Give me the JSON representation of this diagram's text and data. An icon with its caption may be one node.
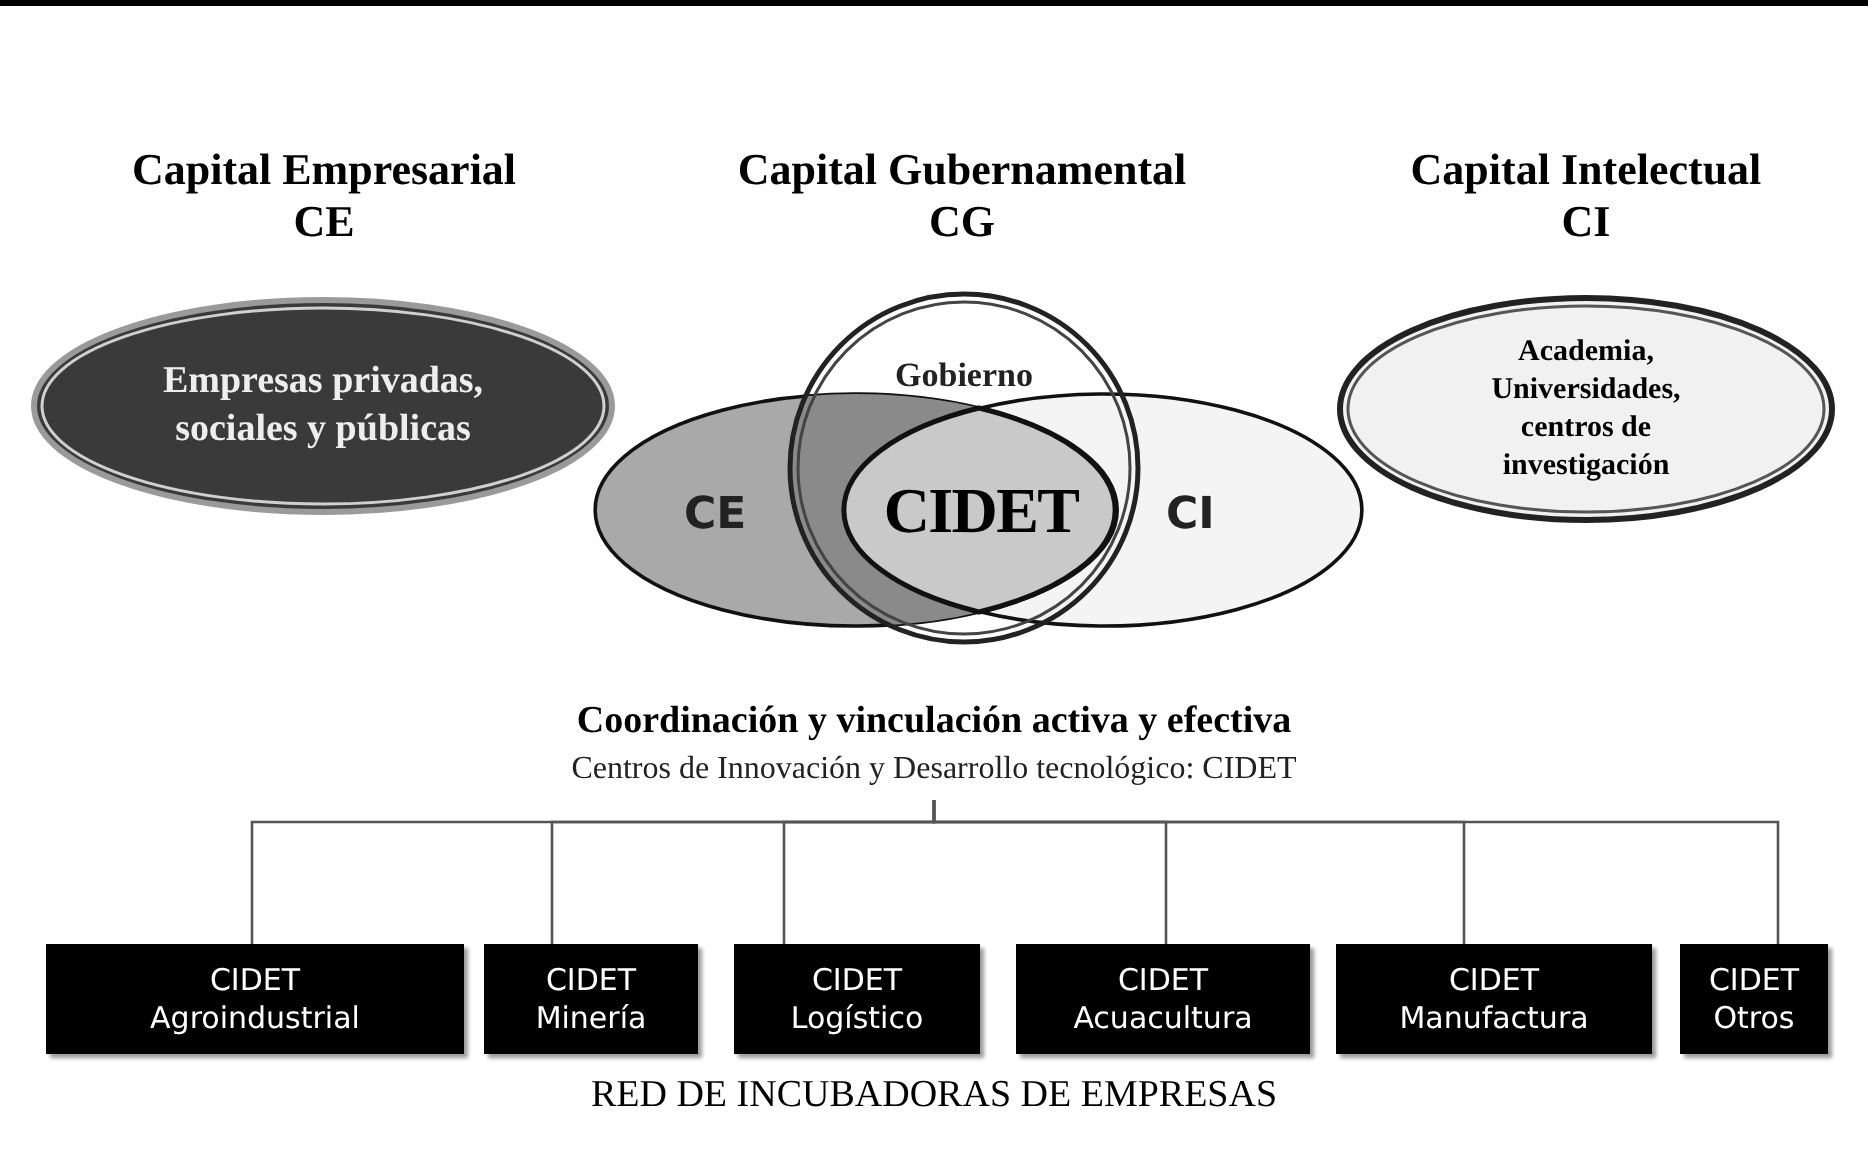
{
  "diagram": {
    "nodes": [
      {
        "text": [
          "Capital Empresarial CE",
          "Empresas privadas, sociales y públicas"
        ]
      },
      {
        "text": [
          "Capital Gubernamental CG",
          "Gobierno"
        ]
      },
      {
        "text": [
          "CE"
        ]
      },
      {
        "text": [
          "CI"
        ]
      },
      {
        "text": [
          "CIDET"
        ],
        "in": 1
      },
      {
        "text": [
          "Capital Intelectual CI",
          "Academia, Universidades, centros de investigación"
        ]
      },
      {
        "text": [
          "Coordinación y vinculación activa y efectiva",
          "Centros de Innovación y Desarrollo tecnológico: CIDET"
        ]
      },
      {
        "text": [
          "CIDET Agroindustrial"
        ]
      },
      {
        "text": [
          "CIDET Minería"
        ]
      },
      {
        "text": [
          "CIDET Logístico"
        ]
      },
      {
        "text": [
          "CIDET Acuacultura"
        ]
      },
      {
        "text": [
          "CIDET Manufactura"
        ]
      },
      {
        "text": [
          "CIDET Otros"
        ]
      }
    ],
    "edges": [
      {
        "from": 6,
        "to": 7,
        "arrow": "none"
      },
      {
        "from": 6,
        "to": 8,
        "arrow": "none"
      },
      {
        "from": 6,
        "to": 9,
        "arrow": "none"
      },
      {
        "from": 6,
        "to": 10,
        "arrow": "none"
      },
      {
        "from": 6,
        "to": 11,
        "arrow": "none"
      },
      {
        "from": 6,
        "to": 12,
        "arrow": "none"
      }
    ],
    "labels": [
      "RED DE INCUBADORAS DE EMPRESAS"
    ]
  }
}
